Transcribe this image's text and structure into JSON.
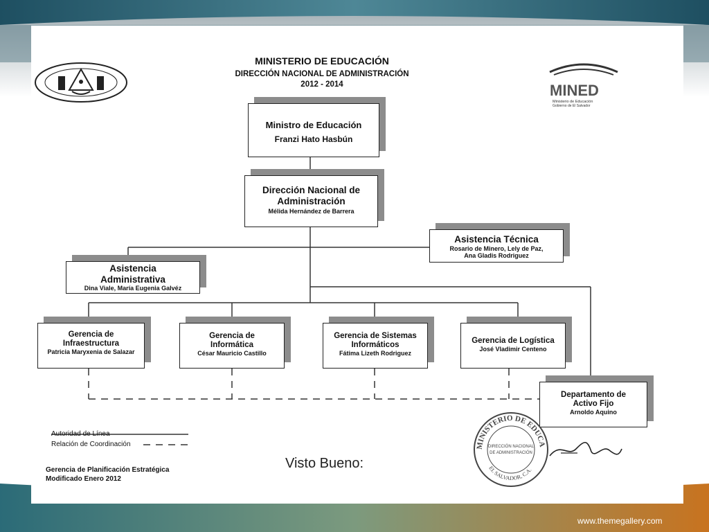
{
  "header": {
    "ministry": "MINISTERIO DE EDUCACIÓN",
    "direction": "DIRECCIÓN NACIONAL DE ADMINISTRACIÓN",
    "period": "2012 - 2014"
  },
  "logo": {
    "text": "MINED",
    "subtitle": "Ministerio de Educación",
    "subtitle2": "Gobierno de El Salvador"
  },
  "org": {
    "minister": {
      "title": "Ministro de Educación",
      "name": "Franzi Hato Hasbún"
    },
    "dna": {
      "title1": "Dirección Nacional de",
      "title2": "Administración",
      "name": "Mélida Hernández de Barrera"
    },
    "asistencia_tecnica": {
      "title": "Asistencia  Técnica",
      "name1": "Rosario de Minero, Lely de Paz,",
      "name2": "Ana Gladis Rodriguez"
    },
    "asistencia_administrativa": {
      "title1": "Asistencia",
      "title2": "Administrativa",
      "name": "Dina Viale, María Eugenia Galvéz"
    },
    "infraestructura": {
      "title1": "Gerencia de",
      "title2": "Infraestructura",
      "name": "Patricia Maryxenia de Salazar"
    },
    "informatica": {
      "title1": "Gerencia de",
      "title2": "Informática",
      "name": "César Mauricio Castillo"
    },
    "sistemas": {
      "title1": "Gerencia de Sistemas",
      "title2": "Informáticos",
      "name": "Fátima Lizeth Rodriguez"
    },
    "logistica": {
      "title": "Gerencia de Logística",
      "name": "José Vladimir Centeno"
    },
    "activo_fijo": {
      "title1": "Departamento de",
      "title2": "Activo Fijo",
      "name": "Arnoldo Aquino"
    }
  },
  "legend": {
    "line_authority": "Autoridad de Línea",
    "coordination": "Relación de Coordinación"
  },
  "footer": {
    "line1": "Gerencia de Planificación Estratégica",
    "line2": "Modificado Enero 2012",
    "approval": "Visto Bueno:"
  },
  "stamp": {
    "outer_top": "MINISTERIO DE EDUCACIÓN",
    "inner1": "DIRECCIÓN NACIONAL",
    "inner2": "DE ADMINISTRACIÓN",
    "bottom": "EL SALVADOR, C.A."
  },
  "website": "www.themegallery.com",
  "colors": {
    "teal": "#1f5f73",
    "orange": "#c8731f",
    "shadow": "#8c8c8c"
  }
}
